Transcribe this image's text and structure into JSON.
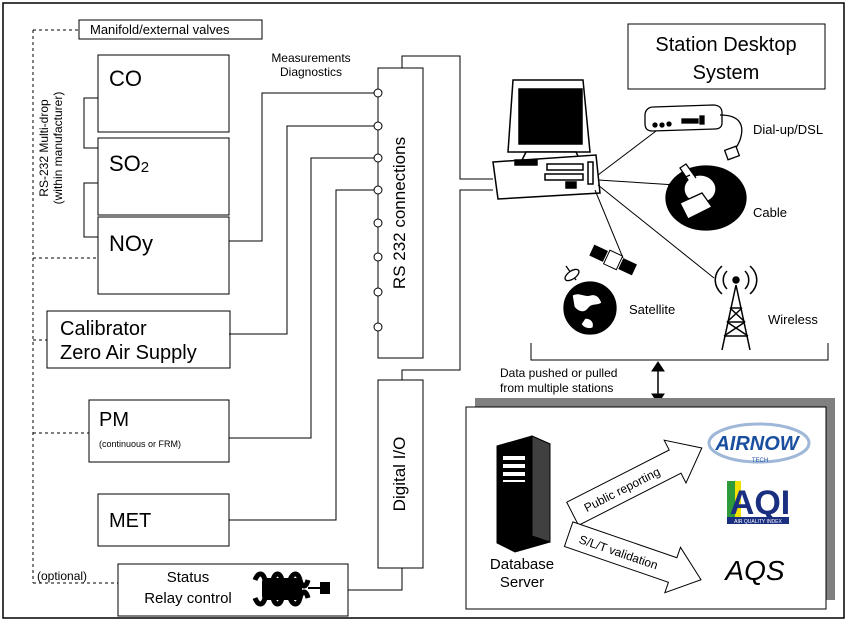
{
  "labels": {
    "manifold": "Manifold/external valves",
    "multidrop_line1": "RS-232 Multi-drop",
    "multidrop_line2": "(within manufacturer)",
    "co": "CO",
    "so2": "SO",
    "so2_sub": "2",
    "noy": "NOy",
    "calibrator_line1": "Calibrator",
    "calibrator_line2": "Zero Air Supply",
    "pm": "PM",
    "pm_sub": "(continuous or FRM)",
    "met": "MET",
    "optional": "(optional)",
    "status_line1": "Status",
    "status_line2": "Relay control",
    "measurements": "Measurements",
    "diagnostics": "Diagnostics",
    "rs232": "RS 232 connections",
    "digital_io": "Digital I/O",
    "station_line1": "Station Desktop",
    "station_line2": "System",
    "dialup": "Dial-up/DSL",
    "cable": "Cable",
    "satellite": "Satellite",
    "wireless": "Wireless",
    "data_line1": "Data pushed or pulled",
    "data_line2": "from multiple stations",
    "public_reporting": "Public reporting",
    "slt_validation": "S/L/T validation",
    "db_line1": "Database",
    "db_line2": "Server",
    "airnow": "AIRNOW",
    "airnow_tech": "TECH",
    "aqi": "AQI",
    "aqi_sub": "AIR QUALITY INDEX",
    "aqs": "AQS"
  },
  "colors": {
    "line": "#000000",
    "shadow": "#808080",
    "airnow_blue": "#1a4fa0",
    "airnow_gold": "#e8a317",
    "aqi_green": "#2f9a3a",
    "aqi_yellow": "#f2e000",
    "aqi_orange": "#f08a00",
    "aqi_red": "#d8171d",
    "aqi_purple": "#8b2a8b"
  }
}
